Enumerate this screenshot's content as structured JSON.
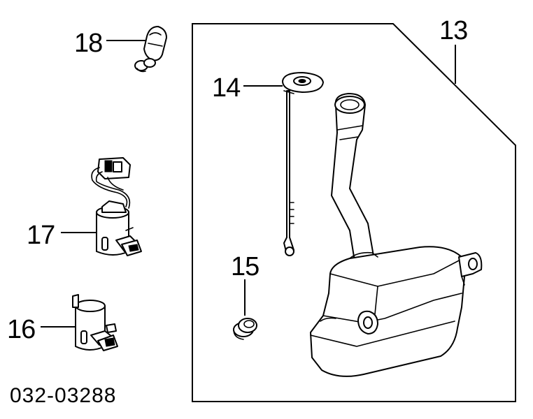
{
  "diagram": {
    "code": "032-03288",
    "callouts": {
      "c13": "13",
      "c14": "14",
      "c15": "15",
      "c16": "16",
      "c17": "17",
      "c18": "18"
    }
  }
}
